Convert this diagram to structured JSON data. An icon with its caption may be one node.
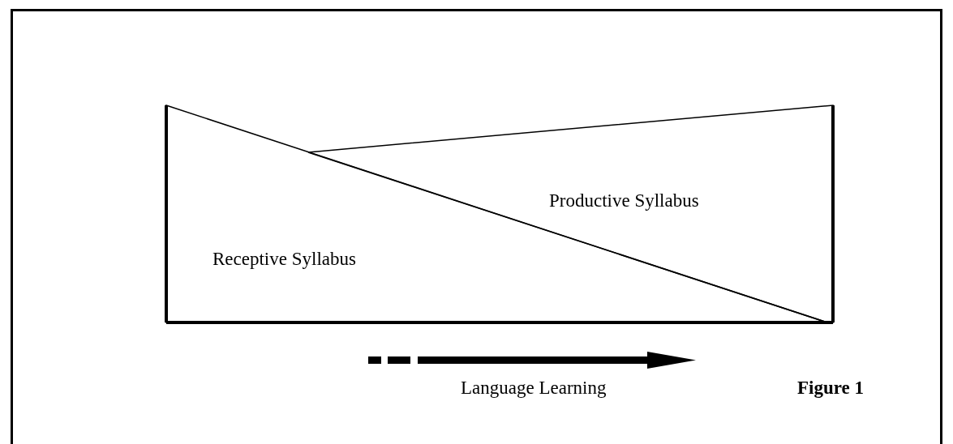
{
  "diagram": {
    "caption": "Figure 1",
    "nodes": [
      {
        "text": [
          "Productive Syllabus"
        ]
      },
      {
        "text": [
          "Receptive Syllabus"
        ]
      }
    ],
    "labels": [
      "Language Learning"
    ]
  }
}
